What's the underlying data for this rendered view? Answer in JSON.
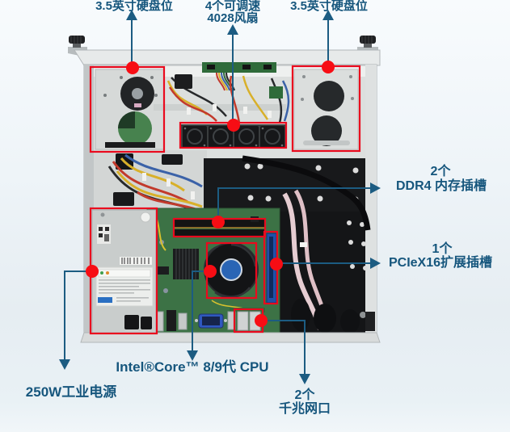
{
  "figure": {
    "type": "annotated-product-diagram",
    "subject": "1U rackmount industrial computer chassis, internal top view",
    "colors": {
      "annotation_text": "#16567d",
      "callout_line": "#1c5c82",
      "highlight_red": "#ea0a1e",
      "background_top": "#f8fbfd",
      "background_bottom": "#e9f1f5"
    },
    "labels": {
      "hdd_left": "3.5英寸硬盘位",
      "fans_line1": "4个可调速",
      "fans_line2": "4028风扇",
      "hdd_right": "3.5英寸硬盘位",
      "ddr4_count": "2个",
      "ddr4_name": "DDR4 内存插槽",
      "pcie_count": "1个",
      "pcie_name": "PCIeX16扩展插槽",
      "cpu_name": "Intel®Core™ 8/9代 CPU",
      "lan_count": "2个",
      "lan_name": "千兆网口",
      "psu_name": "250W工业电源"
    }
  }
}
